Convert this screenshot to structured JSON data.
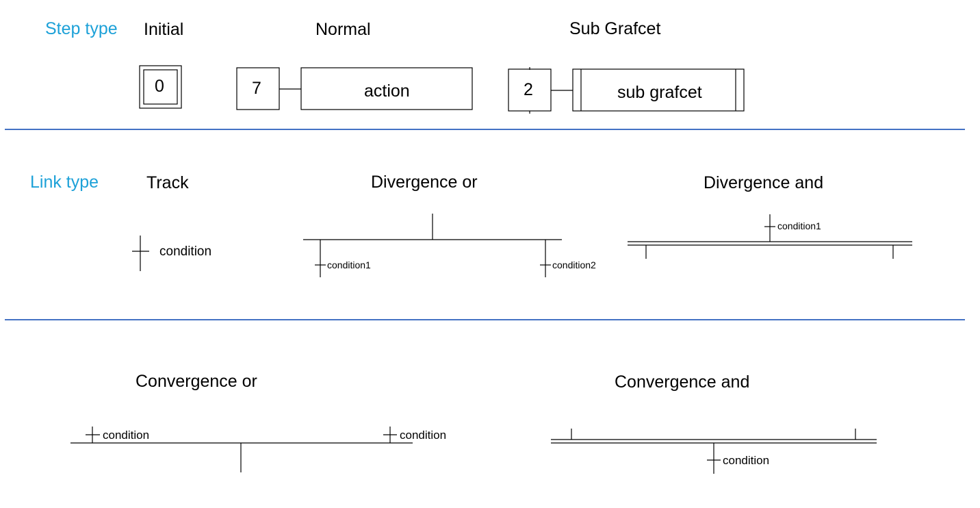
{
  "sections": {
    "step_type": {
      "label": "Step type",
      "initial": {
        "heading": "Initial",
        "number": "0"
      },
      "normal": {
        "heading": "Normal",
        "number": "7",
        "action": "action"
      },
      "sub_grafcet": {
        "heading": "Sub Grafcet",
        "number": "2",
        "label": "sub grafcet"
      }
    },
    "link_type": {
      "label": "Link type",
      "track": {
        "heading": "Track",
        "condition": "condition"
      },
      "divergence_or": {
        "heading": "Divergence or",
        "condition1": "condition1",
        "condition2": "condition2"
      },
      "divergence_and": {
        "heading": "Divergence and",
        "condition1": "condition1"
      }
    },
    "convergence": {
      "or": {
        "heading": "Convergence or",
        "condition_left": "condition",
        "condition_right": "condition"
      },
      "and": {
        "heading": "Convergence and",
        "condition": "condition"
      }
    }
  },
  "colors": {
    "category": "#1da1d8",
    "separator": "#4472c4",
    "line": "#000000"
  }
}
